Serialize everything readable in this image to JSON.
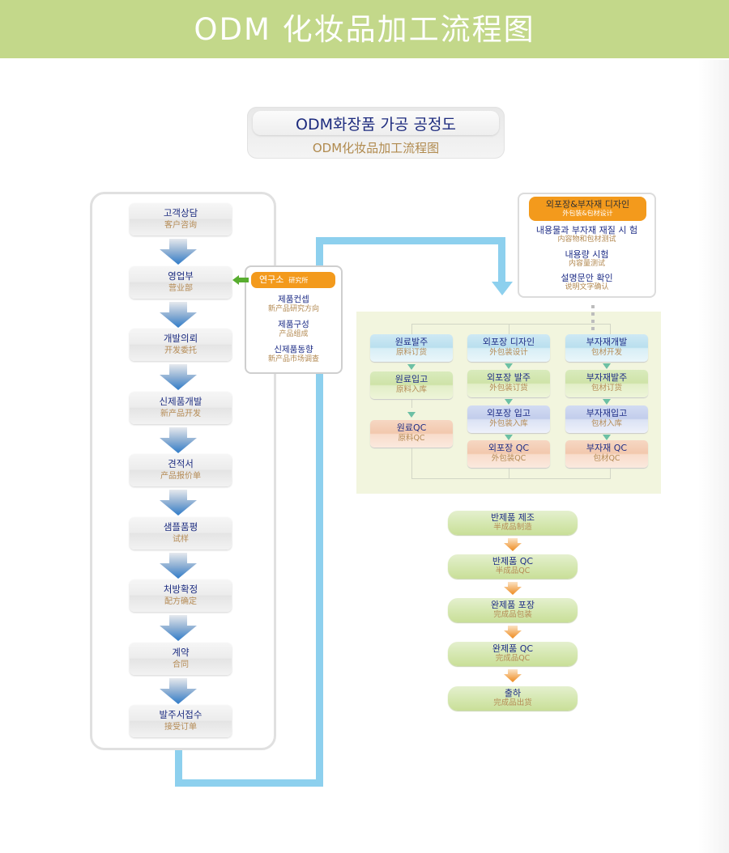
{
  "header": {
    "title": "ODM 化妆品加工流程图"
  },
  "title_box": {
    "korean": "ODM화장품 가공 공정도",
    "chinese": "ODM化妆品加工流程图"
  },
  "main_flow": [
    {
      "korean": "고객상담",
      "chinese": "客户咨询"
    },
    {
      "korean": "영업부",
      "chinese": "营业部"
    },
    {
      "korean": "개발의뢰",
      "chinese": "开发委托"
    },
    {
      "korean": "신제품개발",
      "chinese": "新产品开发"
    },
    {
      "korean": "견적서",
      "chinese": "产品报价单"
    },
    {
      "korean": "샘플품평",
      "chinese": "试样"
    },
    {
      "korean": "처방확정",
      "chinese": "配方确定"
    },
    {
      "korean": "계약",
      "chinese": "合同"
    },
    {
      "korean": "발주서접수",
      "chinese": "接受订单"
    }
  ],
  "lab": {
    "title_korean": "연구소",
    "title_chinese": "研究所",
    "items": [
      {
        "korean": "제품컨셉",
        "chinese": "新产品研究方向"
      },
      {
        "korean": "제품구성",
        "chinese": "产品组成"
      },
      {
        "korean": "신제품동향",
        "chinese": "新产品市场调查"
      }
    ]
  },
  "package_design": {
    "title_korean": "외포장&부자재 디자인",
    "title_chinese": "外包装&包材设计",
    "items": [
      {
        "korean": "내용물과 부자재 재질 시 험",
        "chinese": "内容物和包材测试"
      },
      {
        "korean": "내용량 시험",
        "chinese": "内容量测试"
      },
      {
        "korean": "설명문안 확인",
        "chinese": "说明文字确认"
      }
    ]
  },
  "procurement": {
    "columns": [
      {
        "name": "raw-material",
        "steps": [
          {
            "korean": "원료발주",
            "chinese": "原料订货",
            "color": "blue"
          },
          {
            "korean": "원료입고",
            "chinese": "原料入库",
            "color": "green"
          },
          {
            "korean": "원료QC",
            "chinese": "原料QC",
            "color": "pink"
          }
        ]
      },
      {
        "name": "outer-package",
        "steps": [
          {
            "korean": "외포장 디자인",
            "chinese": "外包装设计",
            "color": "blue"
          },
          {
            "korean": "외포장 발주",
            "chinese": "外包装订货",
            "color": "green"
          },
          {
            "korean": "외포장 입고",
            "chinese": "外包装入库",
            "color": "purple"
          },
          {
            "korean": "외포장 QC",
            "chinese": "外包装QC",
            "color": "pink"
          }
        ]
      },
      {
        "name": "sub-material",
        "steps": [
          {
            "korean": "부자재개발",
            "chinese": "包材开发",
            "color": "blue"
          },
          {
            "korean": "부자재발주",
            "chinese": "包材订货",
            "color": "green"
          },
          {
            "korean": "부자재입고",
            "chinese": "包材入库",
            "color": "purple"
          },
          {
            "korean": "부자재 QC",
            "chinese": "包材QC",
            "color": "pink"
          }
        ]
      }
    ]
  },
  "production": [
    {
      "korean": "반제품 제조",
      "chinese": "半成品制造"
    },
    {
      "korean": "반제품 QC",
      "chinese": "半成品QC"
    },
    {
      "korean": "완제품 포장",
      "chinese": "完成品包装"
    },
    {
      "korean": "완제품 QC",
      "chinese": "完成品QC"
    },
    {
      "korean": "출하",
      "chinese": "完成品出货"
    }
  ],
  "colors": {
    "header_green": "#c3d88a",
    "korean_text": "#1c2c80",
    "chinese_text": "#b58b55",
    "orange_accent": "#f39a1c",
    "connector_blue": "#8dd0ee",
    "panel_green": "#f2f5de"
  }
}
